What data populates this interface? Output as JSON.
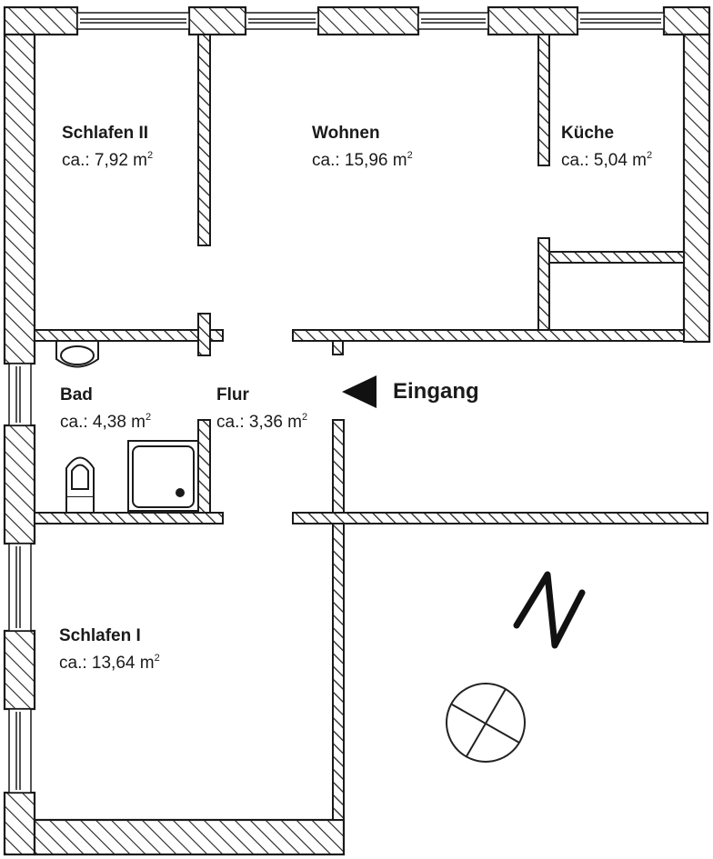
{
  "plan": {
    "type": "floor-plan",
    "rooms": [
      {
        "id": "schlafen-2",
        "name": "Schlafen II",
        "area_prefix": "ca.:",
        "area_value": "7,92",
        "area_unit": "m",
        "area_exp": "2"
      },
      {
        "id": "wohnen",
        "name": "Wohnen",
        "area_prefix": "ca.:",
        "area_value": "15,96",
        "area_unit": "m",
        "area_exp": "2"
      },
      {
        "id": "kueche",
        "name": "Küche",
        "area_prefix": "ca.:",
        "area_value": "5,04",
        "area_unit": "m",
        "area_exp": "2"
      },
      {
        "id": "bad",
        "name": "Bad",
        "area_prefix": "ca.:",
        "area_value": "4,38",
        "area_unit": "m",
        "area_exp": "2"
      },
      {
        "id": "flur",
        "name": "Flur",
        "area_prefix": "ca.:",
        "area_value": "3,36",
        "area_unit": "m",
        "area_exp": "2"
      },
      {
        "id": "schlafen-1",
        "name": "Schlafen I",
        "area_prefix": "ca.:",
        "area_value": "13,64",
        "area_unit": "m",
        "area_exp": "2"
      }
    ],
    "entrance": {
      "label": "Eingang",
      "icon": "arrow-left-icon"
    },
    "north": {
      "label": "N",
      "icon": "compass-icon"
    },
    "colors": {
      "wall_stroke": "#1a1a1a",
      "hatch": "#222222",
      "background": "#ffffff"
    }
  }
}
